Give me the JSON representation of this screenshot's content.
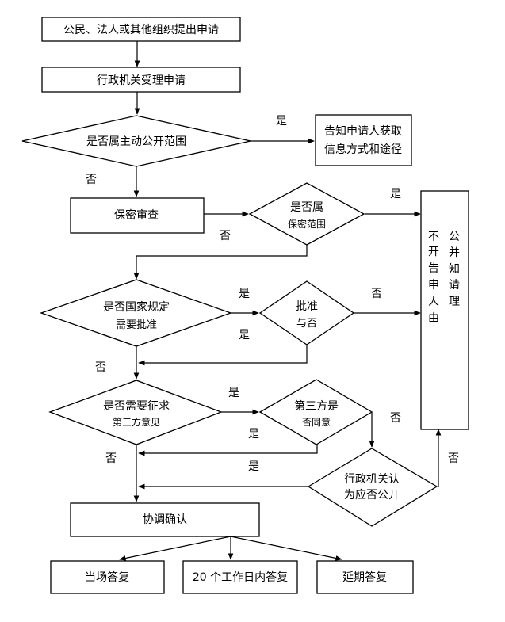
{
  "nodes": {
    "apply": "公民、法人或其他组织提出申请",
    "accept": "行政机关受理申请",
    "q_active_scope": "是否属主动公开范围",
    "inform_method": [
      "告知申请人获取",
      "信息方式和途径"
    ],
    "secrecy_review": "保密审查",
    "q_secret_scope": [
      "是否属",
      "保密范围"
    ],
    "not_public_col1": [
      "不",
      "开",
      "告",
      "申",
      "人",
      "由"
    ],
    "not_public_col2": [
      "公",
      "并",
      "知",
      "请",
      "理"
    ],
    "q_state_approval": [
      "是否国家规定",
      "需要批准"
    ],
    "q_approved": [
      "批准",
      "与否"
    ],
    "q_third_party": [
      "是否需要征求",
      "第三方意见"
    ],
    "q_third_agree": [
      "第三方是",
      "否同意"
    ],
    "q_agency_decide": [
      "行政机关认",
      "为应否公开"
    ],
    "coordinate": "协调确认",
    "reply_now": "当场答复",
    "reply_20": "20 个工作日内答复",
    "reply_extend": "延期答复"
  },
  "edge_labels": {
    "yes": "是",
    "no": "否"
  }
}
